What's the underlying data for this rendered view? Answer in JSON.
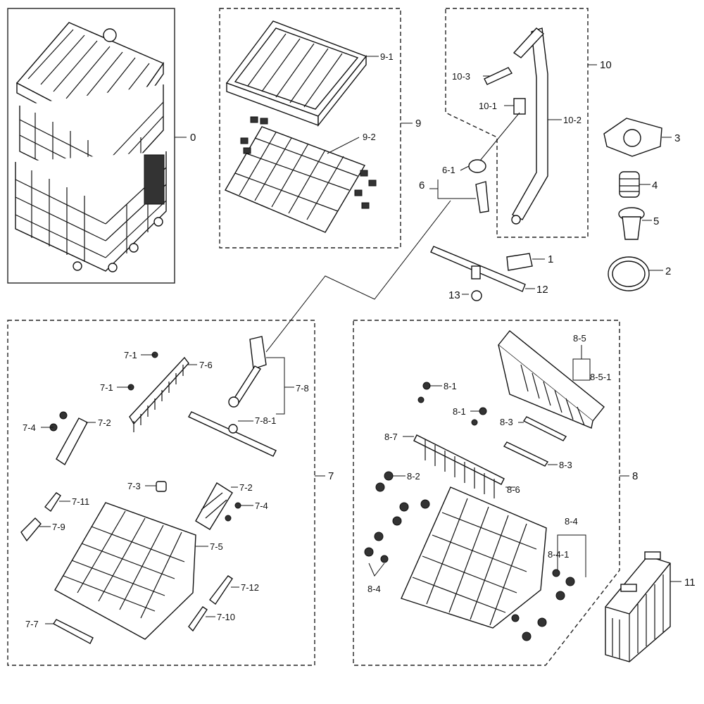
{
  "diagram": {
    "callouts": {
      "c0": "0",
      "c1": "1",
      "c2": "2",
      "c3": "3",
      "c4": "4",
      "c5": "5",
      "c6": "6",
      "c6_1": "6-1",
      "c7": "7",
      "c7_1a": "7-1",
      "c7_1b": "7-1",
      "c7_2a": "7-2",
      "c7_2b": "7-2",
      "c7_3": "7-3",
      "c7_4a": "7-4",
      "c7_4b": "7-4",
      "c7_5": "7-5",
      "c7_6": "7-6",
      "c7_7": "7-7",
      "c7_8": "7-8",
      "c7_8_1": "7-8-1",
      "c7_9": "7-9",
      "c7_10": "7-10",
      "c7_11": "7-11",
      "c7_12": "7-12",
      "c8": "8",
      "c8_1a": "8-1",
      "c8_1b": "8-1",
      "c8_2": "8-2",
      "c8_3a": "8-3",
      "c8_3b": "8-3",
      "c8_4a": "8-4",
      "c8_4b": "8-4",
      "c8_4_1": "8-4-1",
      "c8_5": "8-5",
      "c8_5_1": "8-5-1",
      "c8_6": "8-6",
      "c8_7": "8-7",
      "c9": "9",
      "c9_1": "9-1",
      "c9_2": "9-2",
      "c10": "10",
      "c10_1": "10-1",
      "c10_2": "10-2",
      "c10_3": "10-3",
      "c11": "11",
      "c12": "12",
      "c13": "13"
    }
  }
}
